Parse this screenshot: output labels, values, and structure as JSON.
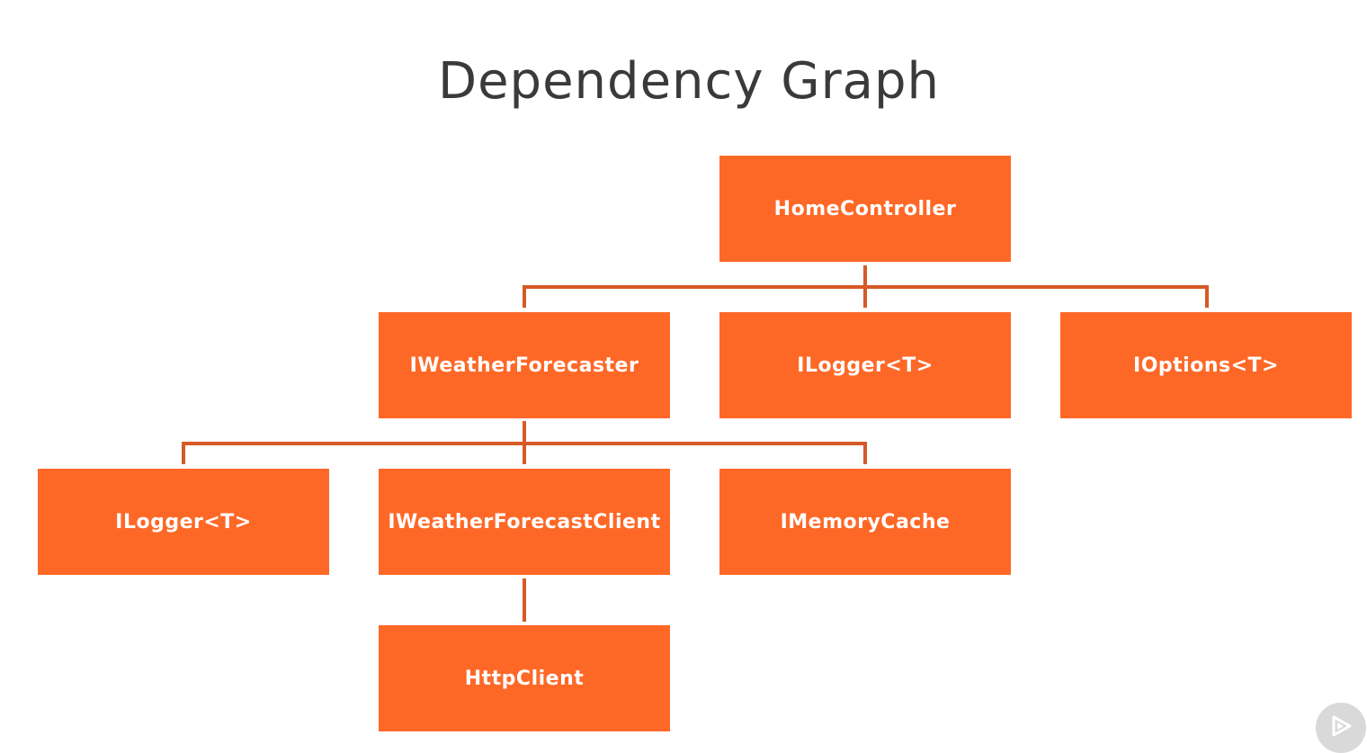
{
  "title": "Dependency Graph",
  "nodes": {
    "home_controller": "HomeController",
    "iweather_forecaster": "IWeatherForecaster",
    "ilogger_top": "ILogger<T>",
    "ioptions": "IOptions<T>",
    "ilogger_bottom": "ILogger<T>",
    "iweather_forecast_client": "IWeatherForecastClient",
    "imemory_cache": "IMemoryCache",
    "http_client": "HttpClient"
  },
  "colors": {
    "node_fill": "#fe6827",
    "edge": "#d65a26",
    "node_text": "#ffffff",
    "title": "#3a3a3a"
  },
  "player": {
    "icon": "play-icon"
  }
}
